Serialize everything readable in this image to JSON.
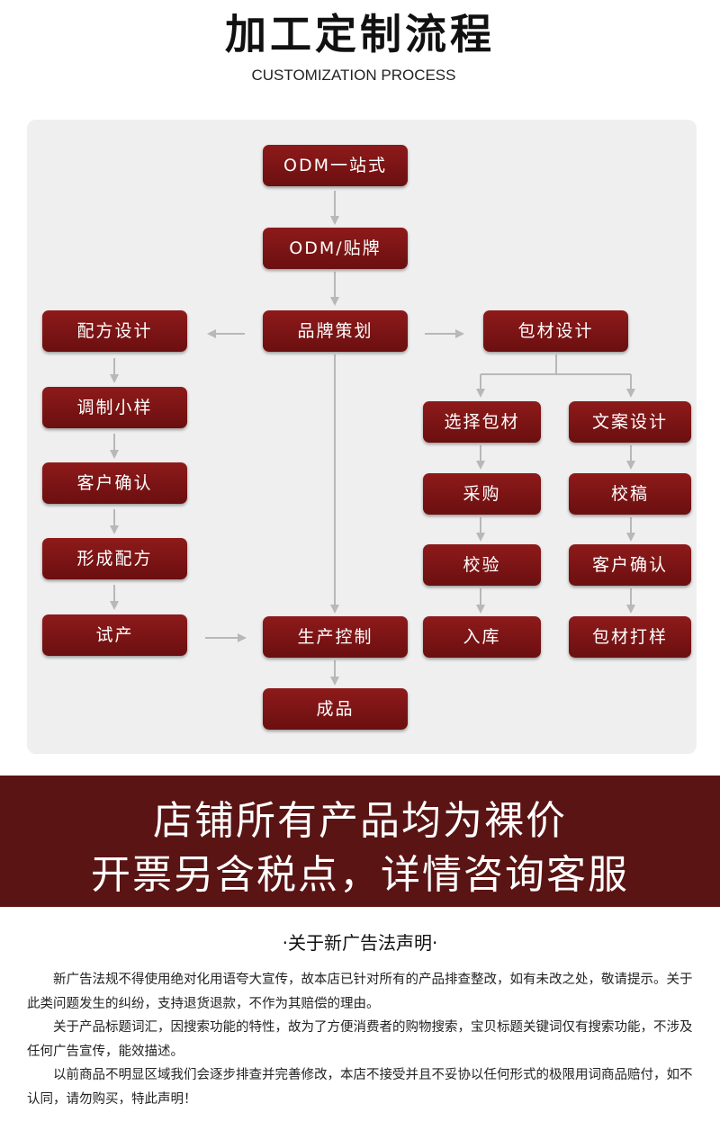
{
  "header": {
    "title": "加工定制流程",
    "subtitle": "CUSTOMIZATION PROCESS"
  },
  "flow": {
    "odm_one_stop": "ODM一站式",
    "odm_oem": "ODM/贴牌",
    "brand_planning": "品牌策划",
    "formula_design": "配方设计",
    "sample_making": "调制小样",
    "customer_confirm_left": "客户确认",
    "formula_formed": "形成配方",
    "trial_production": "试产",
    "production_control": "生产控制",
    "finished_product": "成品",
    "packaging_design": "包材设计",
    "select_packaging": "选择包材",
    "copywriting_design": "文案设计",
    "purchasing": "采购",
    "proofreading": "校稿",
    "inspection": "校验",
    "customer_confirm_right": "客户确认",
    "warehousing": "入库",
    "packaging_sample": "包材打样"
  },
  "banner": {
    "line1": "店铺所有产品均为裸价",
    "line2": "开票另含税点，详情咨询客服"
  },
  "notice": {
    "title": "·关于新广告法声明·",
    "paragraphs": [
      "新广告法规不得使用绝对化用语夸大宣传，故本店已针对所有的产品排查整改，如有未改之处，敬请提示。关于此类问题发生的纠纷，支持退货退款，不作为其赔偿的理由。",
      "关于产品标题词汇，因搜索功能的特性，故为了方便消费者的购物搜索，宝贝标题关键词仅有搜索功能，不涉及任何广告宣传，能效描述。",
      "以前商品不明显区域我们会逐步排查并完善修改，本店不接受并且不妥协以任何形式的极限用词商品赔付，如不认同，请勿购买，特此声明！"
    ]
  },
  "colors": {
    "node": "#7a1414",
    "banner": "#5a1414",
    "panel": "#efefef",
    "arrow": "#b8b8b8"
  }
}
